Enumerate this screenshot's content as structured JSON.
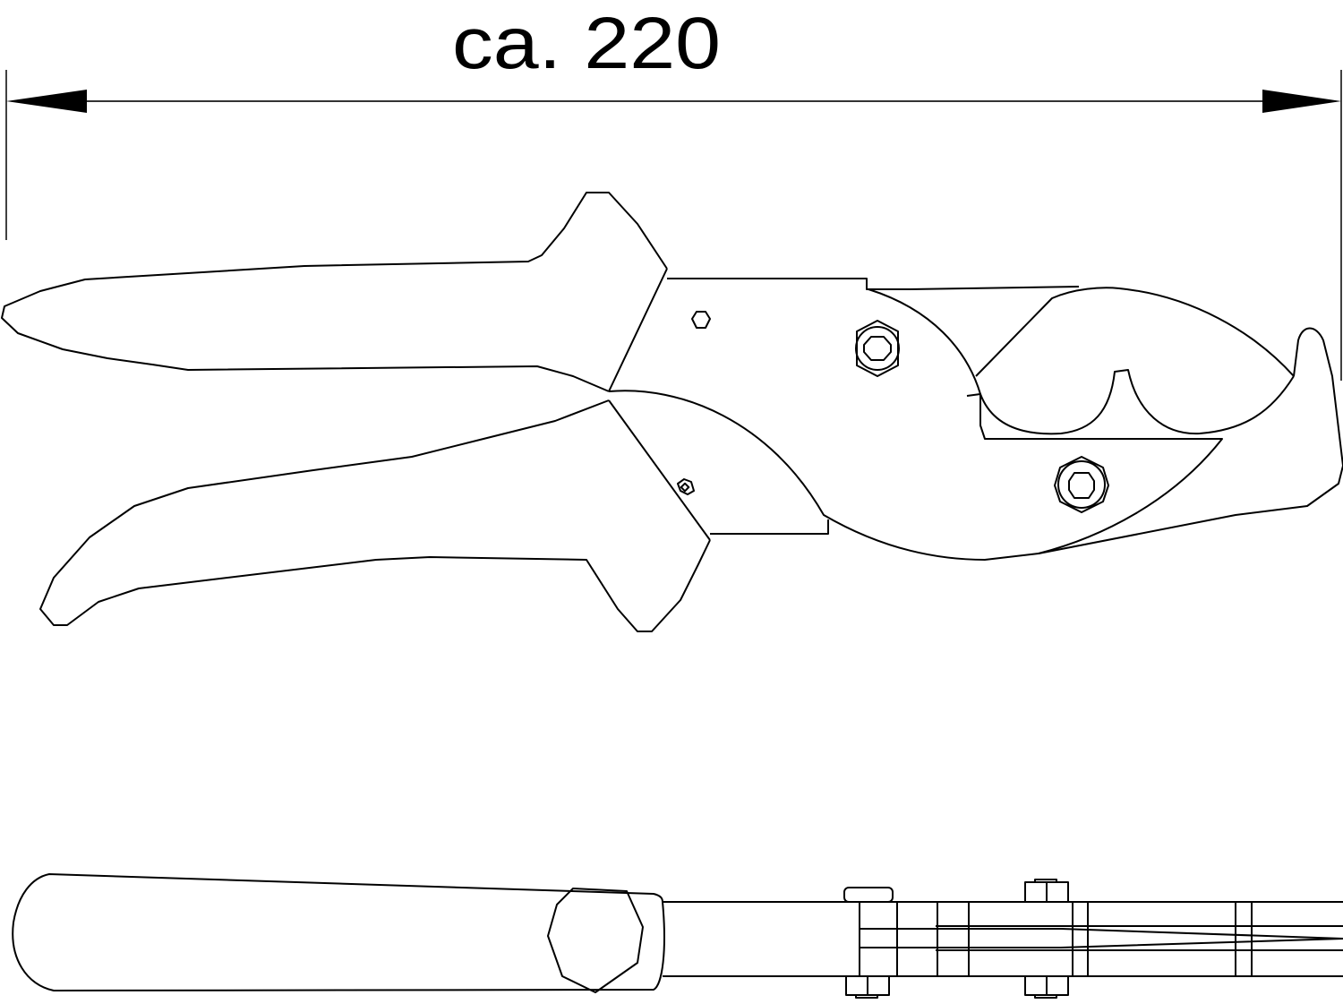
{
  "drawing": {
    "title": "Pipe cutter technical drawing",
    "dimension": {
      "label": "ca. 220",
      "unit_hint": "mm"
    },
    "views": [
      {
        "name": "side-view"
      },
      {
        "name": "top-view"
      }
    ],
    "colors": {
      "line": "#000000",
      "background": "#ffffff"
    }
  }
}
